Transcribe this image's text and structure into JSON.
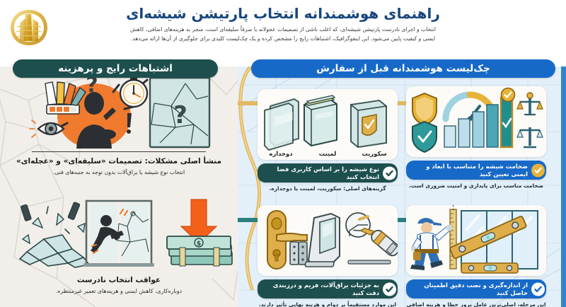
{
  "header": {
    "title": "راهنمای هوشمندانه انتخاب پارتیشن شیشه‌ای",
    "subtitle_line1": "انتخاب و اجرای نادرست پارتیشن شیشه‌ای، که اغلب ناشی از تصمیمات عجولانه یا صرفاً سلیقه‌ای است، منجر به هزینه‌های اضافی، کاهش",
    "subtitle_line2": "ایمنی و کیفیت پایین می‌شود. این اینفوگرافیک، اشتباهات رایج را مشخص کرده و یک چک‌لیست کلیدی برای جلوگیری از آن‌ها ارائه می‌دهد.",
    "logo_name": "building-logo",
    "title_color": "#17477c"
  },
  "sections": {
    "mistakes_pill": "اشتباهات رایج و پرهزینه",
    "checklist_pill": "چک‌لیست هوشمندانه قبل از سفارش",
    "mistakes_color": "#1d4f4f",
    "checklist_color": "#1769c7"
  },
  "mistakes": [
    {
      "title": "منشأ اصلی مشکلات: تصمیمات «سلیقه‌ای» و «عجله‌ای»",
      "desc": "انتخاب نوع شیشه یا یراق‌آلات بدون توجه به جنبه‌های فنی.",
      "icons": [
        "color-swatch-fan-icon",
        "eye-icon",
        "confused-person-icon",
        "question-mark-icon",
        "exclamation-mark-icon",
        "stopwatch-icon",
        "cracked-glass-panel-icon"
      ]
    },
    {
      "title": "عواقب انتخاب نادرست",
      "desc": "دوباره‌کاری، کاهش ایمنی و هزینه‌های تعمیر غیرمنتظره.",
      "icons": [
        "shattered-glass-icon",
        "falling-person-icon",
        "broken-door-icon",
        "down-arrow-icon",
        "money-stack-icon"
      ]
    }
  ],
  "checklist": [
    {
      "id": "glass-type",
      "labels": [
        "دوجداره",
        "لمینت",
        "سکوریت"
      ],
      "bar_text": "نوع شیشه را بر اساس کاربری فضا انتخاب کنید",
      "note": "گزینه‌های اصلی: سکوریت، لمینت یا دوجداره.",
      "bar_style": "teal",
      "check_style": "white",
      "icons": [
        "tempered-glass-shield-icon",
        "laminated-glass-icon",
        "double-glazed-glass-icon"
      ]
    },
    {
      "id": "thickness",
      "labels": [],
      "bar_text": "ضخامت شیشه را متناسب با ابعاد و ایمنی تعیین کنید",
      "note": "ضخامت مناسب برای پایداری و امنیت ضروری است.",
      "bar_style": "blue",
      "check_style": "gold",
      "icons": [
        "gold-shield-icon",
        "teal-shield-check-icon",
        "gauge-icon",
        "bar-chart-icon",
        "check-badge-icon",
        "balance-scale-icon"
      ]
    },
    {
      "id": "hardware",
      "labels": [],
      "bar_text": "به جزئیات یراق‌آلات، فریم و درزبندی دقت کنید",
      "note": "این موارد مستقیماً بر دوام و هزینه نهایی تأثیر دارند.",
      "bar_style": "teal",
      "check_style": "white",
      "icons": [
        "door-handle-icon",
        "hinge-icon",
        "frame-cross-section-icon",
        "caulking-gun-icon"
      ]
    },
    {
      "id": "measurement",
      "labels": [],
      "bar_text": "از اندازه‌گیری و نصب دقیق اطمینان حاصل کنید",
      "note": "این مرحله، اصلی‌ترین عامل بروز خطا و هزینه اضافی است.",
      "bar_style": "blue",
      "check_style": "white",
      "icons": [
        "installer-worker-icon",
        "measuring-tape-icon",
        "glass-partition-icon",
        "spirit-level-icon"
      ]
    }
  ],
  "palette": {
    "left_bg": "#f2efea",
    "right_bg": "#e4f0f9",
    "connector_gold": "#e3b963",
    "right_border": "#2f86d0",
    "glass_teal": "#7fb3b3",
    "orange": "#f07a2e"
  }
}
